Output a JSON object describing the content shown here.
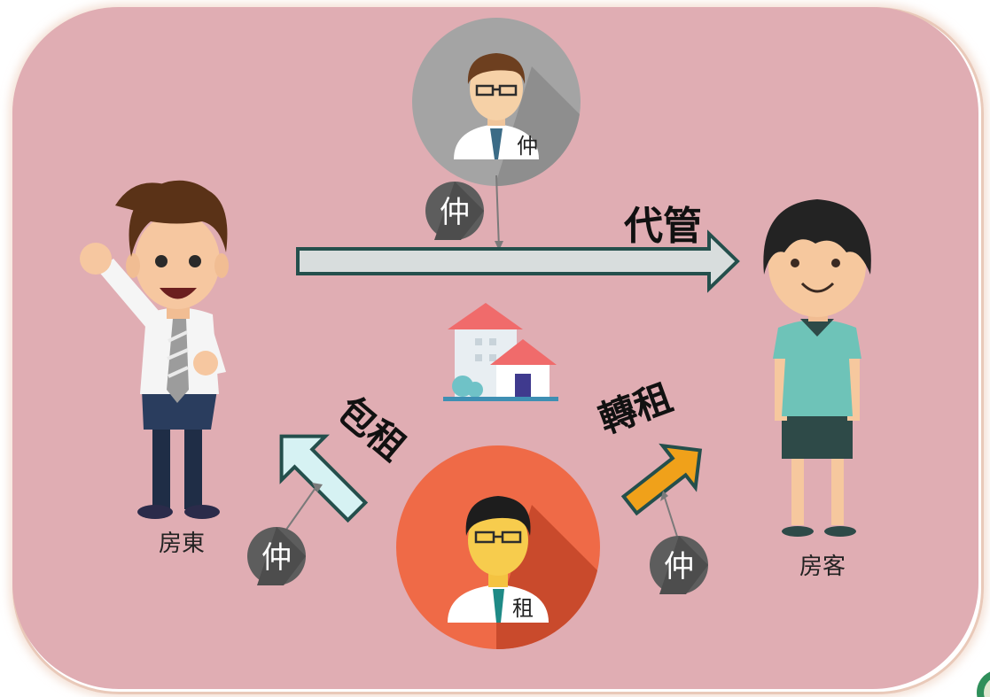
{
  "colors": {
    "background": "#e0adb3",
    "agent_circle": "#a4a4a4",
    "sublessor_circle": "#ef6a47",
    "badge": "#5d5d5d",
    "arrow_management": "#d8dddd",
    "arrow_master_lease": "#d6f2f3",
    "arrow_sublease": "#f0a11a",
    "arrow_stroke": "#244f4c"
  },
  "labels": {
    "management": "代管",
    "master_lease": "包租",
    "sublease": "轉租",
    "landlord": "房東",
    "tenant": "房客",
    "agent_tag": "仲",
    "sublessor_tag": "租"
  },
  "badges": [
    {
      "id": "badge-management",
      "text": "仲"
    },
    {
      "id": "badge-master-lease",
      "text": "仲"
    },
    {
      "id": "badge-sublease",
      "text": "仲"
    }
  ],
  "icons": {
    "landlord": "businessman-cheering-icon",
    "tenant": "young-man-icon",
    "agent": "agent-avatar-icon",
    "sublessor": "sublessor-avatar-icon",
    "property": "buildings-icon"
  }
}
